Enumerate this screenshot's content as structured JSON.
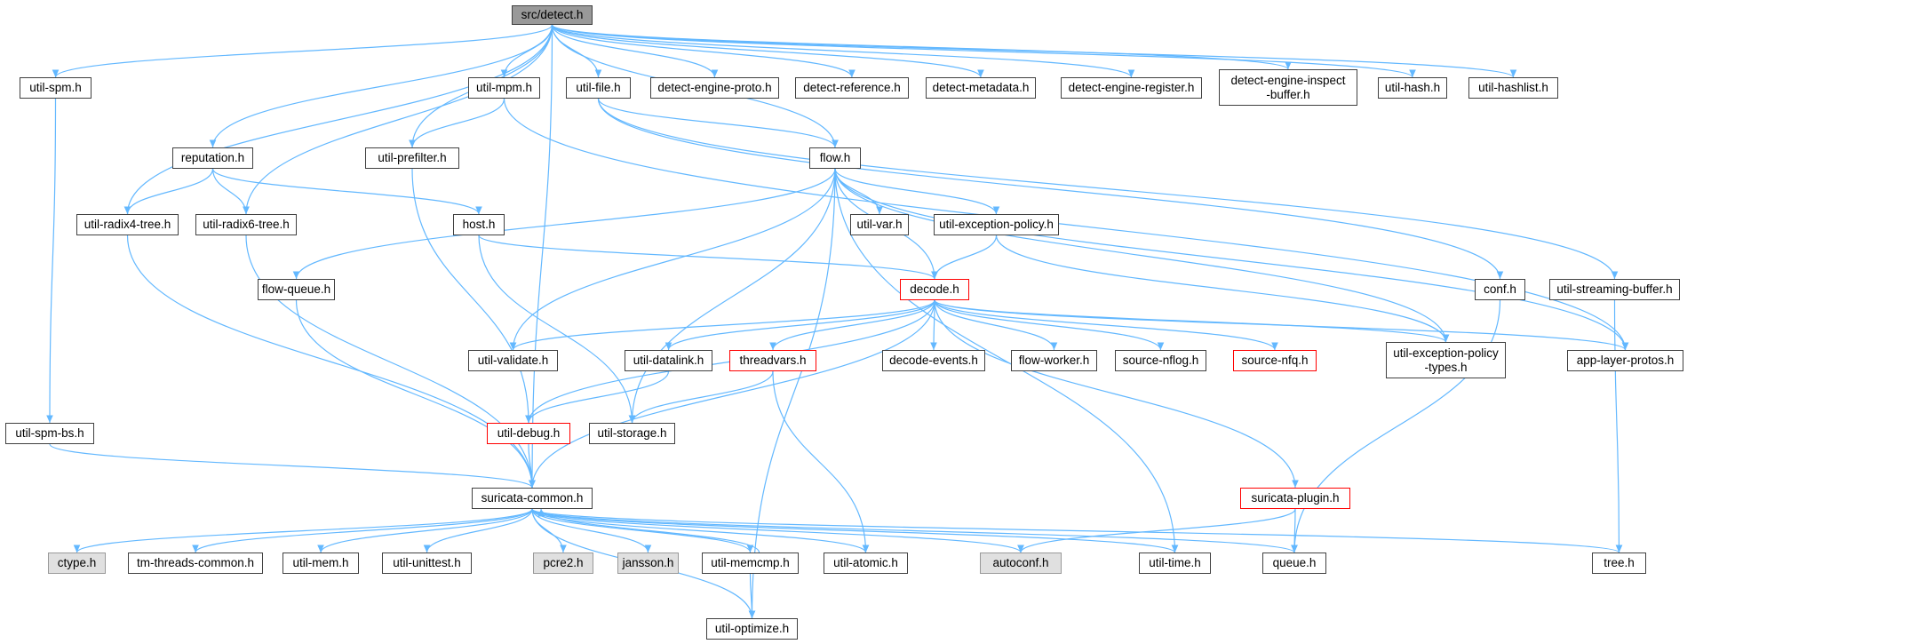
{
  "diagram": {
    "colors": {
      "edge": "#63b8ff",
      "node_border": "#404040",
      "highlight_border": "#ff0000",
      "gray_fill": "#e0e0e0",
      "root_fill": "#999999"
    },
    "nodes": {
      "detect": "src/detect.h",
      "util_spm": "util-spm.h",
      "util_mpm": "util-mpm.h",
      "util_file": "util-file.h",
      "detect_engine_proto": "detect-engine-proto.h",
      "detect_reference": "detect-reference.h",
      "detect_metadata": "detect-metadata.h",
      "detect_engine_register": "detect-engine-register.h",
      "detect_engine_inspect_buffer": "detect-engine-inspect\n-buffer.h",
      "util_hash": "util-hash.h",
      "util_hashlist": "util-hashlist.h",
      "reputation": "reputation.h",
      "util_prefilter": "util-prefilter.h",
      "flow": "flow.h",
      "util_radix4_tree": "util-radix4-tree.h",
      "util_radix6_tree": "util-radix6-tree.h",
      "host": "host.h",
      "util_var": "util-var.h",
      "util_exception_policy": "util-exception-policy.h",
      "conf": "conf.h",
      "util_streaming_buffer": "util-streaming-buffer.h",
      "flow_queue": "flow-queue.h",
      "decode": "decode.h",
      "util_validate": "util-validate.h",
      "util_datalink": "util-datalink.h",
      "threadvars": "threadvars.h",
      "decode_events": "decode-events.h",
      "flow_worker": "flow-worker.h",
      "source_nflog": "source-nflog.h",
      "source_nfq": "source-nfq.h",
      "util_exception_policy_types": "util-exception-policy\n-types.h",
      "app_layer_protos": "app-layer-protos.h",
      "util_spm_bs": "util-spm-bs.h",
      "util_debug": "util-debug.h",
      "util_storage": "util-storage.h",
      "suricata_common": "suricata-common.h",
      "suricata_plugin": "suricata-plugin.h",
      "ctype": "ctype.h",
      "tm_threads_common": "tm-threads-common.h",
      "util_mem": "util-mem.h",
      "util_unittest": "util-unittest.h",
      "pcre2": "pcre2.h",
      "jansson": "jansson.h",
      "util_memcmp": "util-memcmp.h",
      "util_atomic": "util-atomic.h",
      "autoconf": "autoconf.h",
      "util_time": "util-time.h",
      "queue": "queue.h",
      "tree": "tree.h",
      "util_optimize": "util-optimize.h"
    }
  }
}
